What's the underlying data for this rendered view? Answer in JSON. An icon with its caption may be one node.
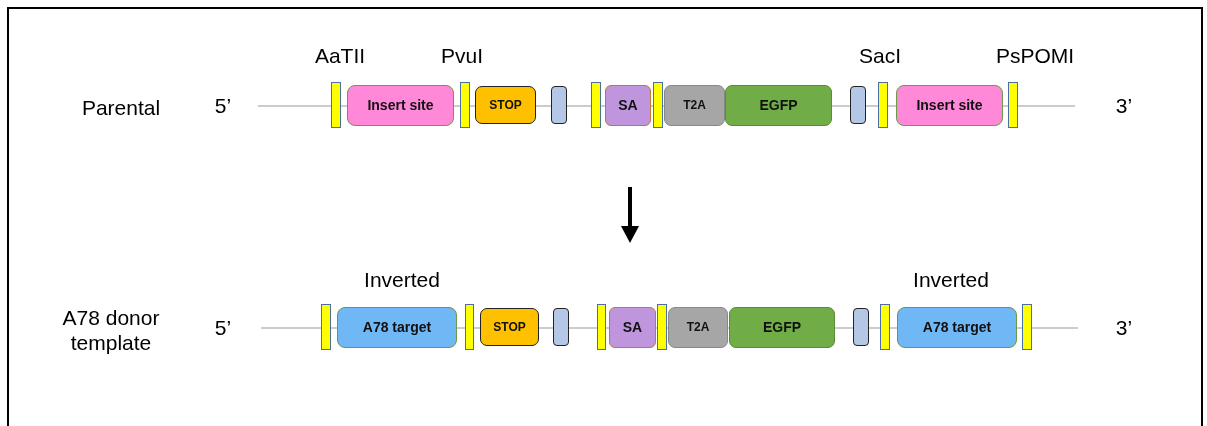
{
  "diagram": {
    "nodes": [
      {
        "text": [],
        "shape": "bar"
      },
      {
        "text": [
          "Insert site"
        ]
      },
      {
        "text": [],
        "shape": "bar"
      },
      {
        "text": [
          "STOP"
        ]
      },
      {
        "text": [],
        "shape": "box"
      },
      {
        "text": [],
        "shape": "bar"
      },
      {
        "text": [
          "SA"
        ]
      },
      {
        "text": [],
        "shape": "bar"
      },
      {
        "text": [
          "T2A"
        ]
      },
      {
        "text": [
          "EGFP"
        ]
      },
      {
        "text": [],
        "shape": "box"
      },
      {
        "text": [],
        "shape": "bar"
      },
      {
        "text": [
          "Insert site"
        ]
      },
      {
        "text": [],
        "shape": "bar"
      },
      {
        "text": [],
        "shape": "bar"
      },
      {
        "text": [
          "A78 target"
        ]
      },
      {
        "text": [],
        "shape": "bar"
      },
      {
        "text": [
          "STOP"
        ]
      },
      {
        "text": [],
        "shape": "box"
      },
      {
        "text": [],
        "shape": "bar"
      },
      {
        "text": [
          "SA"
        ]
      },
      {
        "text": [],
        "shape": "bar"
      },
      {
        "text": [
          "T2A"
        ]
      },
      {
        "text": [
          "EGFP"
        ]
      },
      {
        "text": [],
        "shape": "box"
      },
      {
        "text": [],
        "shape": "bar"
      },
      {
        "text": [
          "A78 target"
        ]
      },
      {
        "text": [],
        "shape": "bar"
      }
    ],
    "edges": [],
    "labels": [
      "AaTII",
      "PvuI",
      "SacI",
      "PsPOMI",
      "Parental",
      "5’",
      "3’",
      "Inverted",
      "Inverted",
      "A78 donor template",
      "5’",
      "3’"
    ]
  }
}
